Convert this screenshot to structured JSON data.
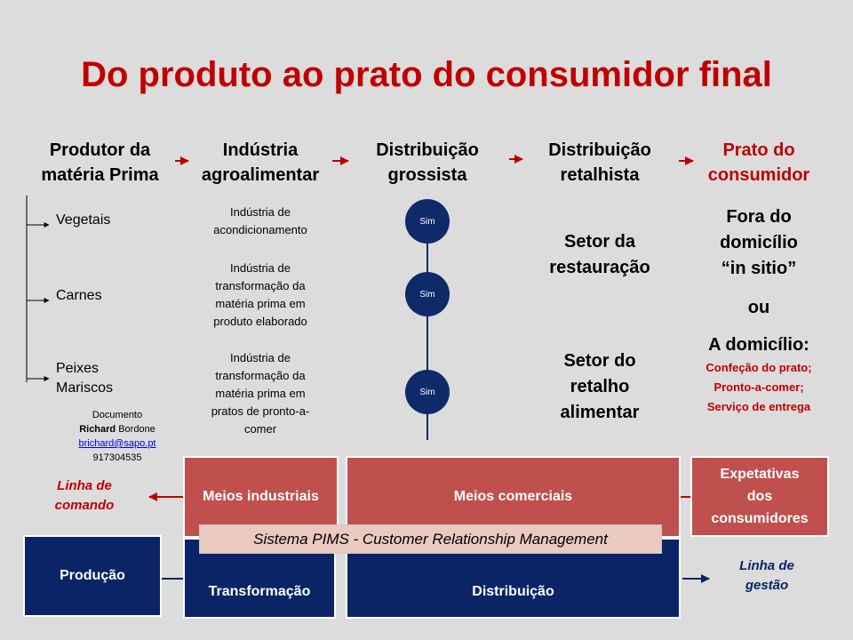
{
  "title": "Do produto ao prato do consumidor final",
  "columns": {
    "produtor": [
      "Produtor da",
      "matéria Prima"
    ],
    "industria": [
      "Indústria",
      "agroalimentar"
    ],
    "grossista": [
      "Distribuição",
      "grossista"
    ],
    "retalhista": [
      "Distribuição",
      "retalhista"
    ],
    "prato": [
      "Prato do",
      "consumidor"
    ]
  },
  "raw_materials": [
    "Vegetais",
    "Carnes",
    "Peixes",
    "Mariscos"
  ],
  "industries": [
    [
      "Indústria de",
      "acondicionamento"
    ],
    [
      "Indústria de",
      "transformação da",
      "matéria prima em",
      "produto elaborado"
    ],
    [
      "Indústria de",
      "transformação da",
      "matéria prima em",
      "pratos de pronto-a-",
      "comer"
    ]
  ],
  "nodes": [
    "Sim",
    "Sim",
    "Sim"
  ],
  "sectors": {
    "restauracao": [
      "Setor da",
      "restauração"
    ],
    "retalho": [
      "Setor do",
      "retalho",
      "alimentar"
    ]
  },
  "consumer": {
    "fora": [
      "Fora do",
      "domicílio",
      "“in sitio”"
    ],
    "ou": "ou",
    "domicilio": "A domicílio:",
    "options": [
      "Confeção do prato;",
      "Pronto-a-comer;",
      "Serviço de entrega"
    ]
  },
  "document": {
    "line1": "Documento",
    "author_bold": "Richard",
    "author_rest": " Bordone",
    "email": "brichard@sapo.pt",
    "phone": "917304535"
  },
  "boxes": {
    "meios_industriais": "Meios industriais",
    "meios_comerciais": "Meios comerciais",
    "expetativas": [
      "Expetativas",
      "dos",
      "consumidores"
    ],
    "producao": "Produção",
    "transformacao": "Transformação",
    "distribuicao": "Distribuição",
    "pims": "Sistema PIMS - Customer Relationship Management"
  },
  "lines": {
    "comando": [
      "Linha de",
      "comando"
    ],
    "gestao": [
      "Linha de",
      "gestão"
    ]
  },
  "colors": {
    "accent_red": "#c00000",
    "box_red": "#c0504d",
    "box_blue": "#0b2466",
    "node_blue": "#0e2a68",
    "background": "#dcdcdc"
  }
}
